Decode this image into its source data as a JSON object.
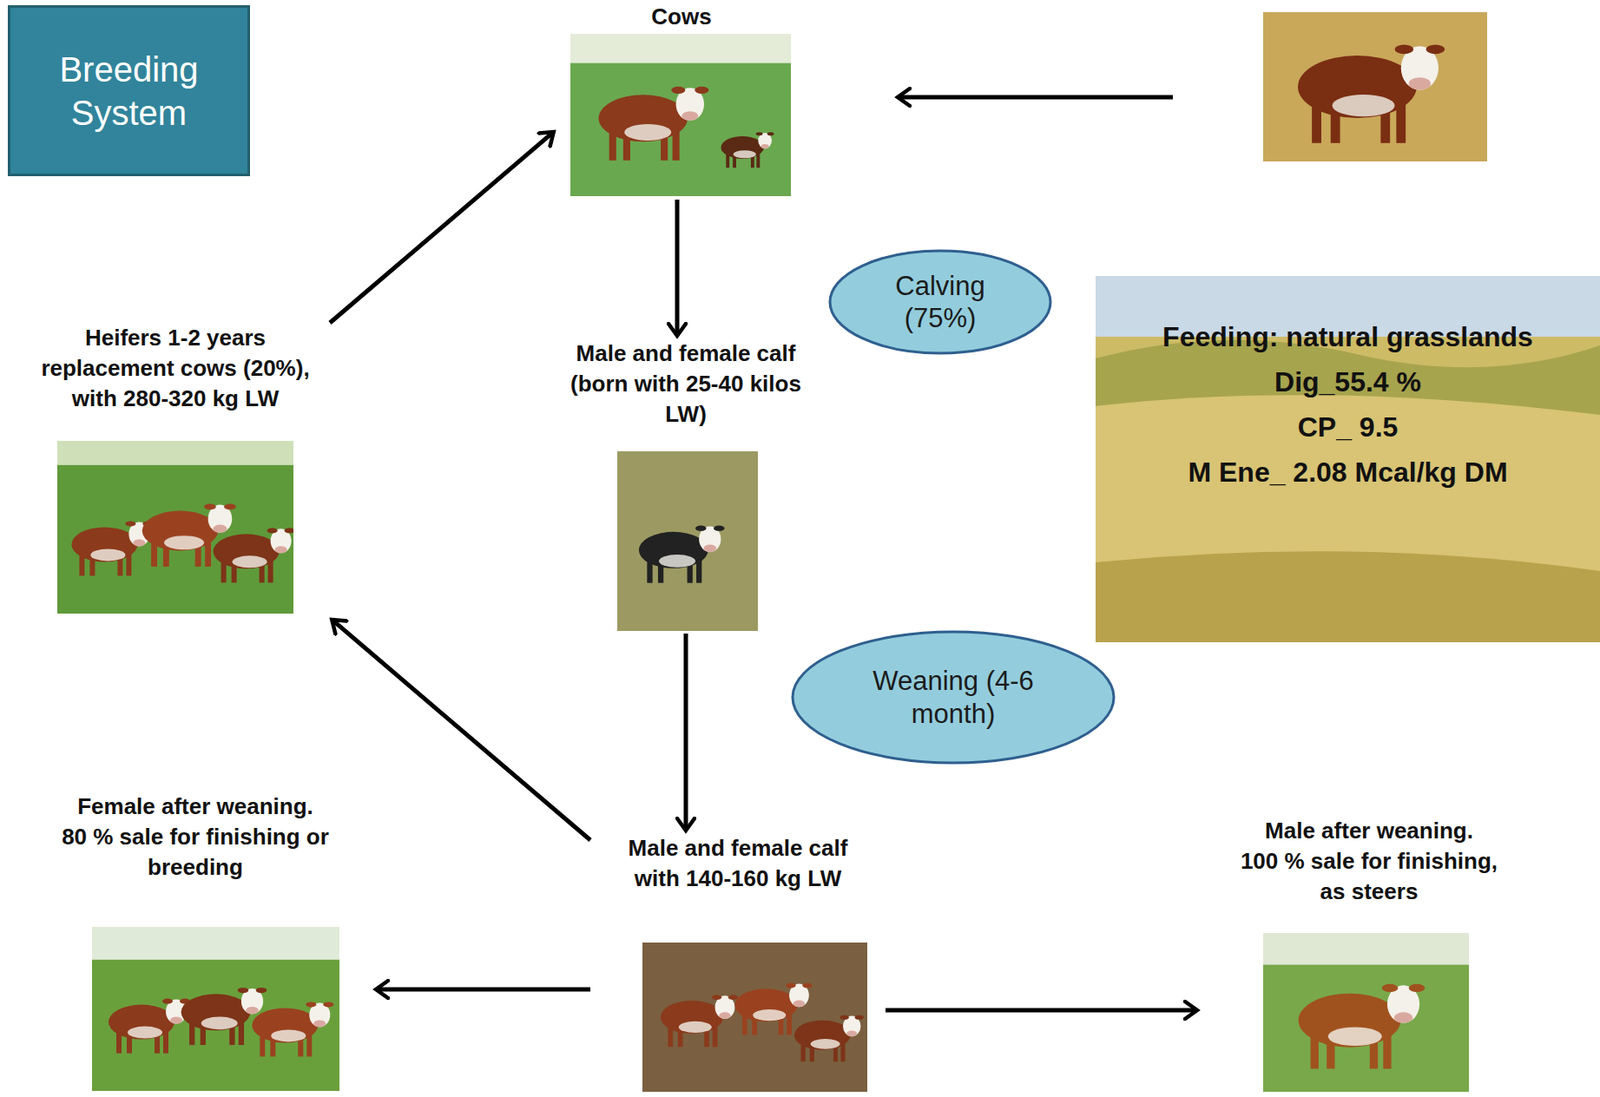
{
  "diagram": {
    "nodes": [
      {
        "text": [
          "Breeding System"
        ]
      },
      {
        "text": [
          "Cows"
        ]
      },
      {
        "text": [
          "Calving (75%)"
        ]
      },
      {
        "text": [
          "Heifers 1-2 years replacement cows (20%), with 280-320 kg LW"
        ]
      },
      {
        "text": [
          "Male and female calf (born with 25-40 kilos LW)"
        ]
      },
      {
        "text": [
          "Feeding: natural grasslands",
          "Dig_55.4 %",
          "CP_ 9.5",
          "M Ene_ 2.08 Mcal/kg DM"
        ]
      },
      {
        "text": [
          "Weaning (4-6 month)"
        ]
      },
      {
        "text": [
          "Female after weaning.",
          "80 % sale for finishing or breeding"
        ]
      },
      {
        "text": [
          "Male and female calf with 140-160 kg LW"
        ]
      },
      {
        "text": [
          "Male after weaning.",
          "100 % sale for finishing, as steers"
        ]
      }
    ],
    "edges": [
      {
        "from": 1,
        "to": 4,
        "arrow": "to"
      },
      {
        "from": 4,
        "to": 8,
        "arrow": "to"
      },
      {
        "from": 8,
        "to": 7,
        "arrow": "to"
      },
      {
        "from": 8,
        "to": 9,
        "arrow": "to"
      },
      {
        "from": 8,
        "to": 3,
        "arrow": "to"
      },
      {
        "from": 3,
        "to": 1,
        "arrow": "to"
      }
    ]
  }
}
